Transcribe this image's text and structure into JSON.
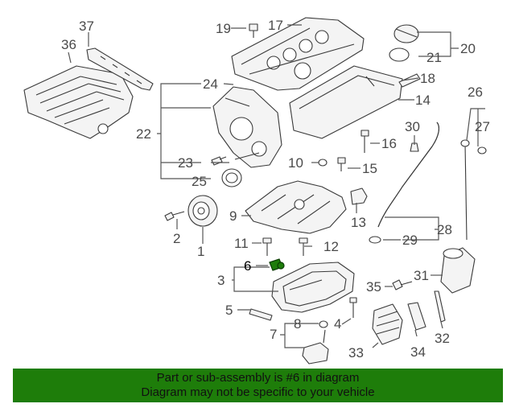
{
  "callouts": [
    "1",
    "2",
    "3",
    "4",
    "5",
    "6",
    "7",
    "8",
    "9",
    "10",
    "11",
    "12",
    "13",
    "14",
    "15",
    "16",
    "17",
    "18",
    "19",
    "20",
    "21",
    "22",
    "23",
    "24",
    "25",
    "26",
    "27",
    "28",
    "29",
    "30",
    "31",
    "32",
    "33",
    "34",
    "35",
    "36",
    "37"
  ],
  "highlighted_part": "6",
  "colors": {
    "banner_bg": "#1e7d0a",
    "highlight_part": "#1e7d0a",
    "line_art": "#3a3a3a"
  },
  "banner": {
    "line1": "Part or sub-assembly is #6 in diagram",
    "line2": "Diagram may not be specific to your vehicle"
  }
}
